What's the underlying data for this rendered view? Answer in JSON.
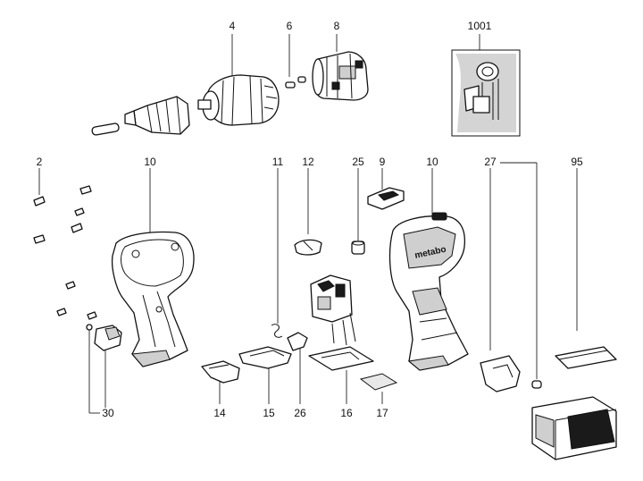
{
  "callouts": {
    "c4": "4",
    "c6": "6",
    "c8": "8",
    "c1001": "1001",
    "c2": "2",
    "c10a": "10",
    "c11": "11",
    "c12": "12",
    "c25": "25",
    "c9": "9",
    "c10b": "10",
    "c27": "27",
    "c95": "95",
    "c30": "30",
    "c14": "14",
    "c15": "15",
    "c26": "26",
    "c16": "16",
    "c17": "17"
  },
  "colors": {
    "ink": "#111111",
    "paper": "#ffffff",
    "shade": "#cfcfcf",
    "dark": "#1a1a1a"
  },
  "wordmarks": {
    "housing_brand": "metabo"
  }
}
